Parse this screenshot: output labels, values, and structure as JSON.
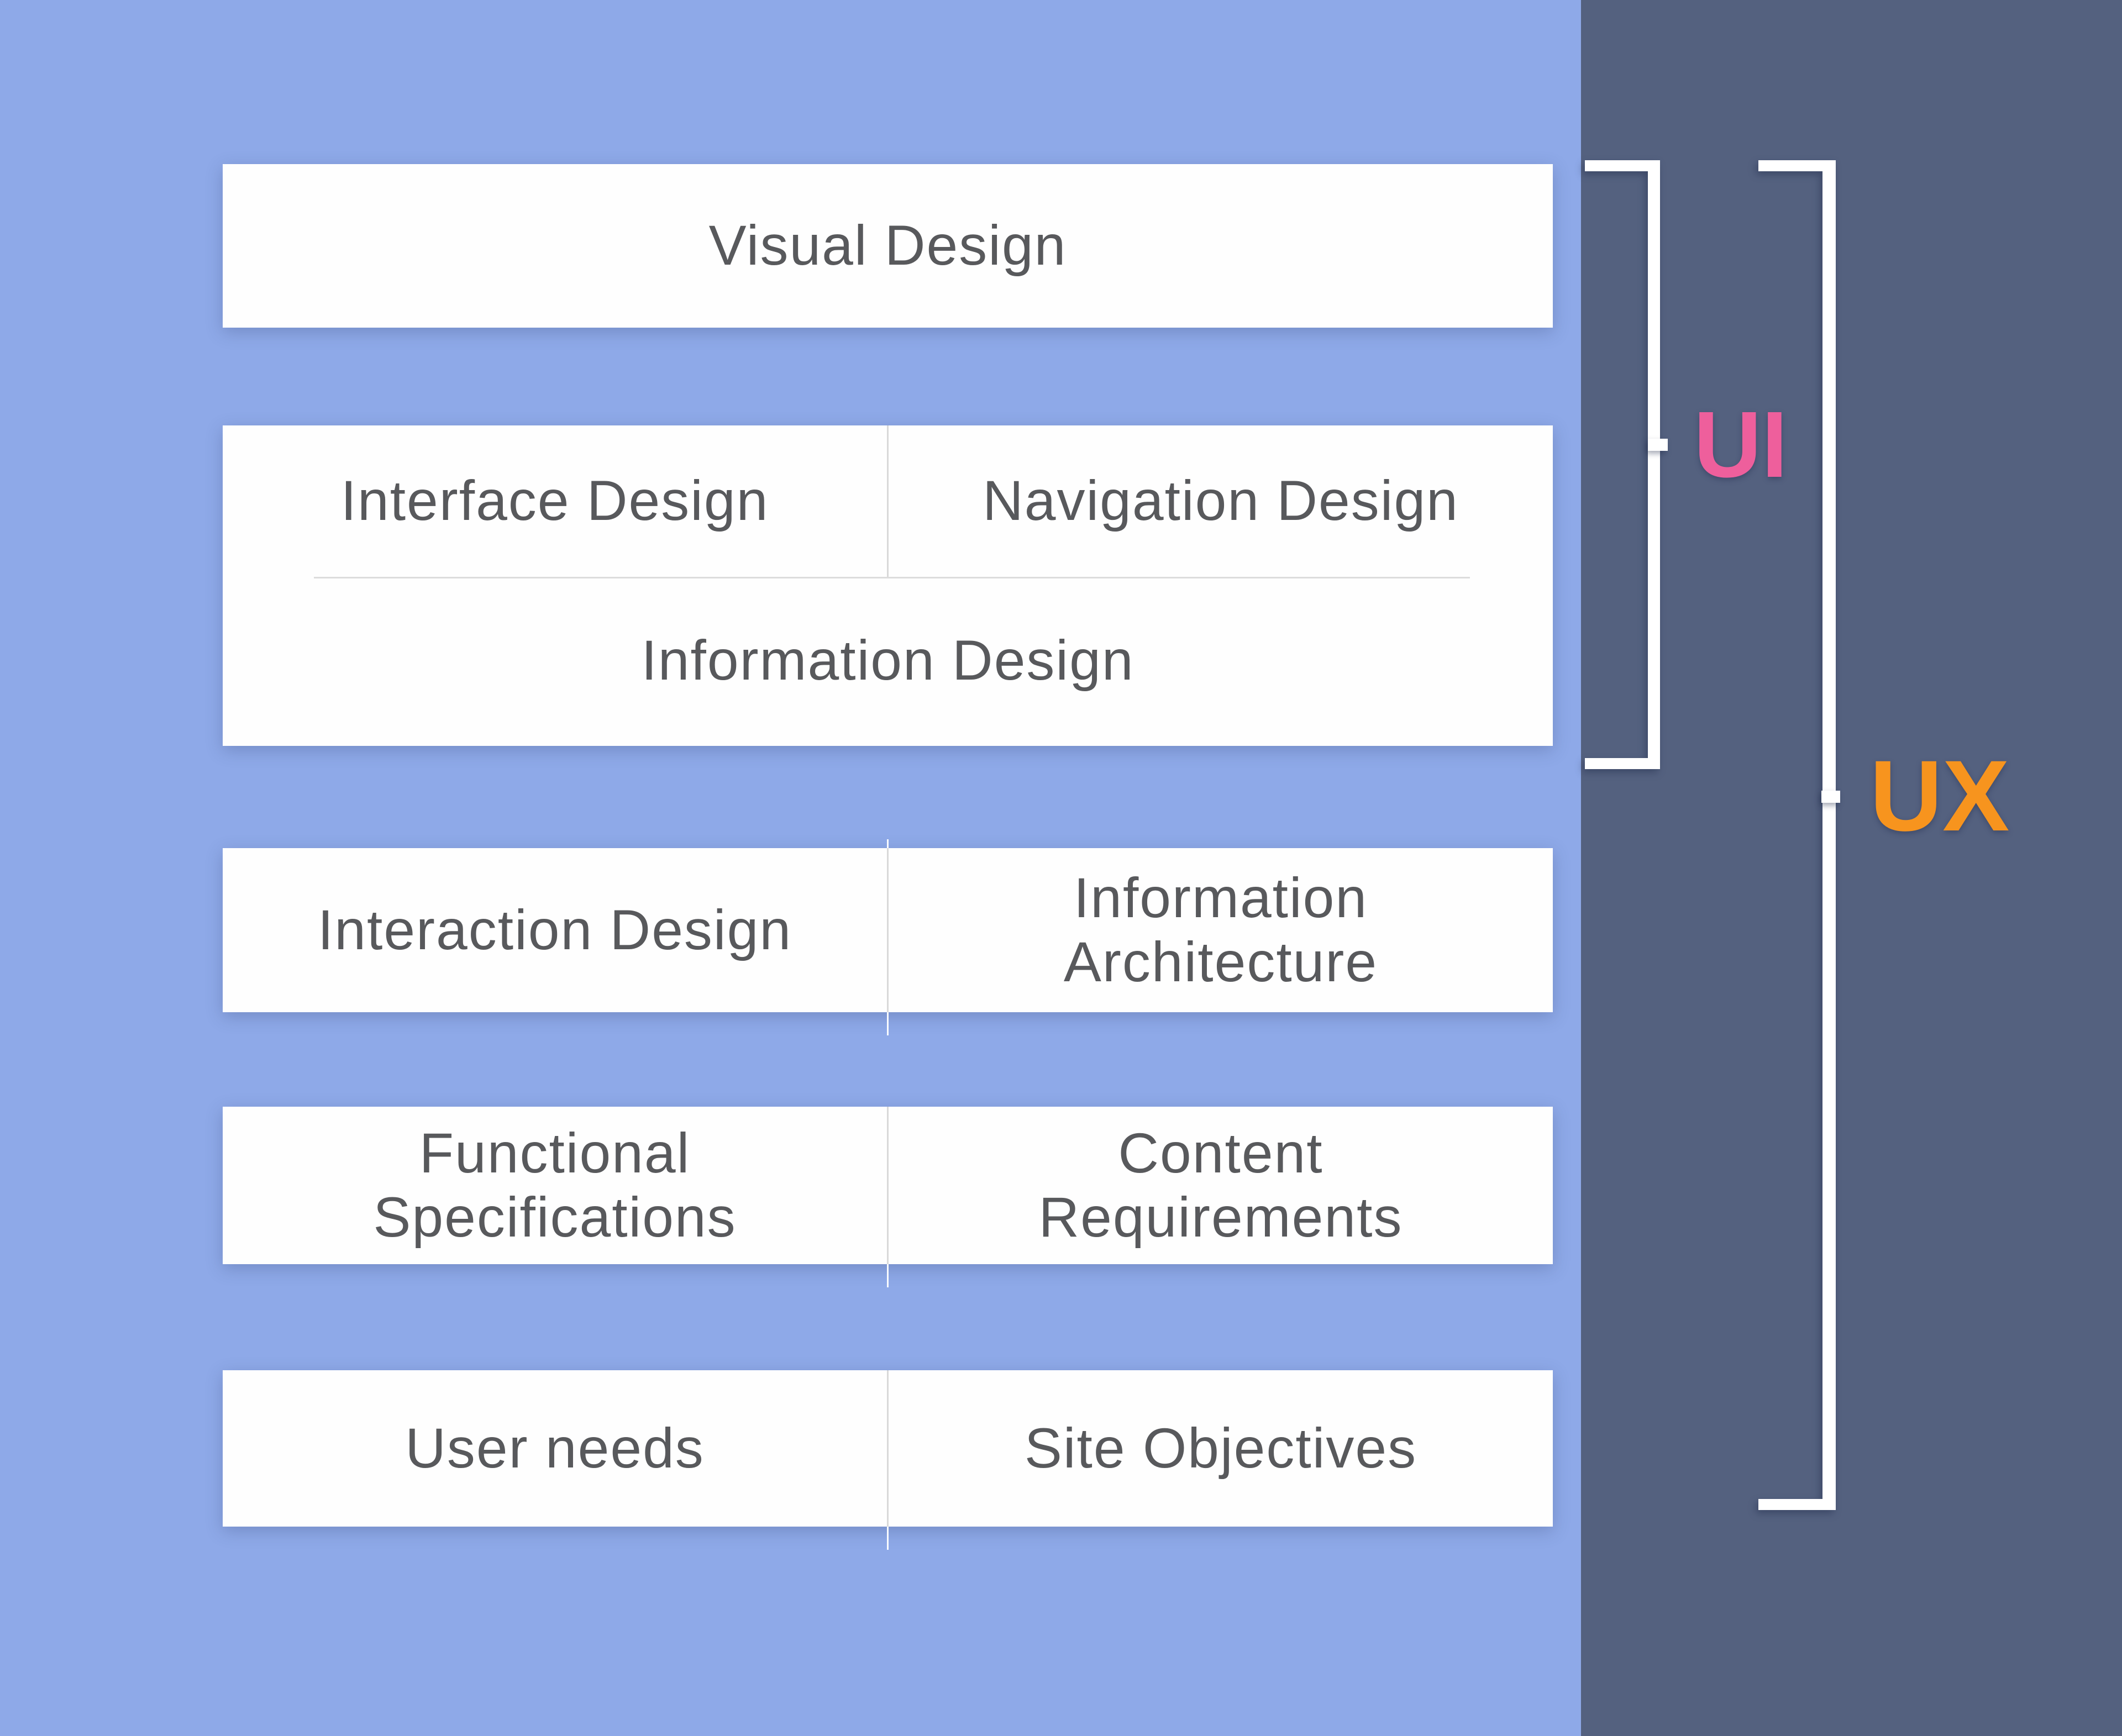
{
  "colors": {
    "left_bg": "#8EA9E8",
    "right_bg": "#54617F",
    "box_bg": "#FEFEFE",
    "label_text": "#58595C",
    "divider": "#D9D9D9",
    "divider_horizontal": "#DCDCDC",
    "bracket": "#FFFFFF",
    "ui_accent": "#EE5F9C",
    "ux_accent": "#F7941E"
  },
  "boxes": {
    "visual_design": {
      "label": "Visual Design"
    },
    "ui_group": {
      "top_left": "Interface Design",
      "top_right": "Navigation Design",
      "bottom": "Information Design"
    },
    "row3": {
      "left": "Interaction Design",
      "right": "Information Architecture"
    },
    "row4": {
      "left": "Functional Specifications",
      "right": "Content Requirements"
    },
    "row5": {
      "left": "User needs",
      "right": "Site Objectives"
    }
  },
  "brackets": {
    "ui": {
      "label": "UI"
    },
    "ux": {
      "label": "UX"
    }
  }
}
